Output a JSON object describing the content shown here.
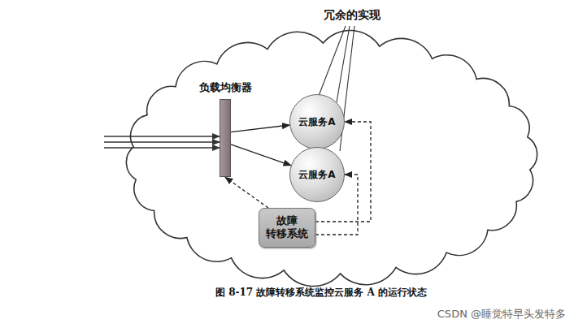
{
  "diagram": {
    "caption": "图 8-17 故障转移系统监控云服务 A 的运行状态",
    "nodes": [
      {
        "text": [
          "负载均衡器"
        ]
      },
      {
        "text": [
          "云服务A"
        ]
      },
      {
        "text": [
          "云服务A"
        ]
      },
      {
        "text": [
          "故障 转移系统"
        ]
      }
    ],
    "edges": [
      {
        "from": 0,
        "to": 1,
        "arrow": "to"
      },
      {
        "from": 0,
        "to": 2,
        "arrow": "to"
      },
      {
        "from": 3,
        "to": 0,
        "arrow": "to"
      },
      {
        "from": 3,
        "to": 1,
        "arrow": "to"
      },
      {
        "from": 3,
        "to": 2,
        "arrow": "to"
      }
    ],
    "labels": [
      "冗余的实现",
      "CSDN @睡觉特早头发特多"
    ]
  }
}
